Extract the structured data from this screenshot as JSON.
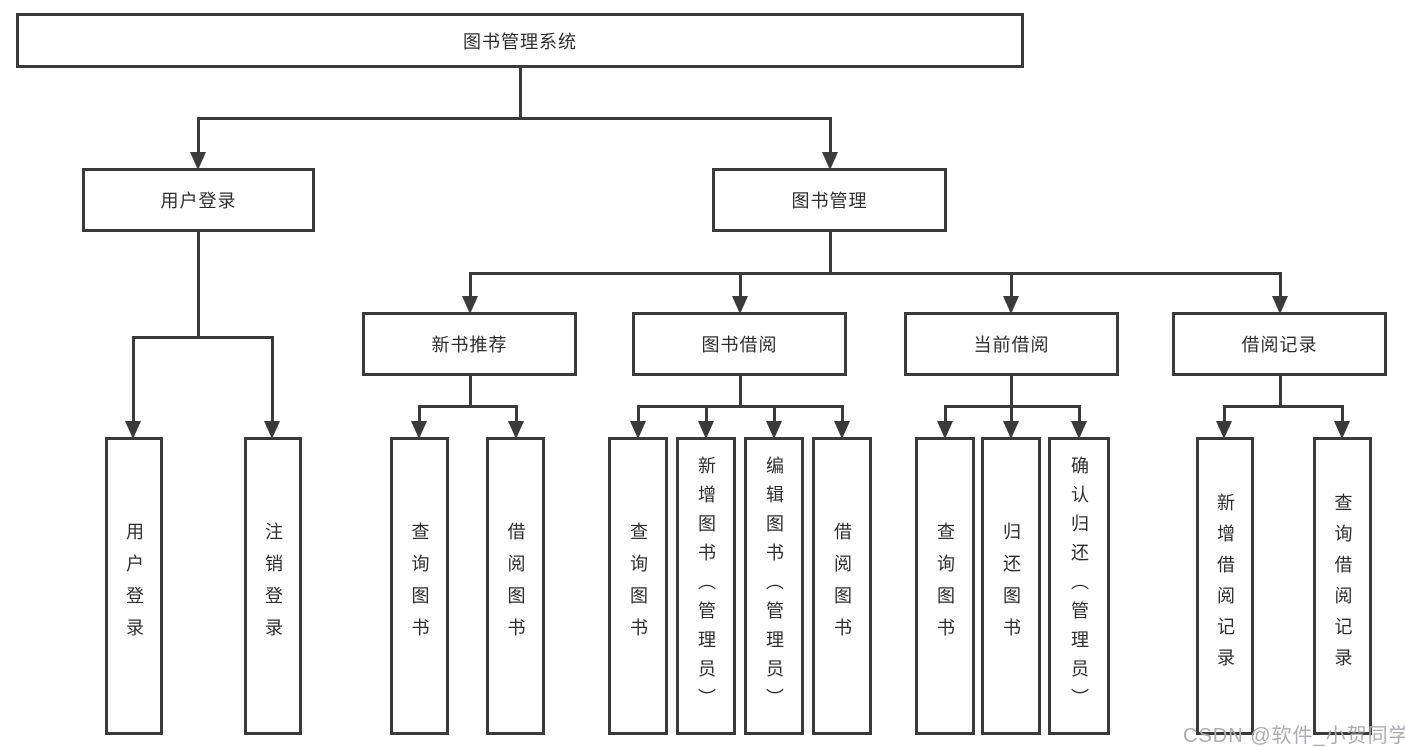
{
  "colors": {
    "line": "#3A3A3A",
    "box_fill": "#FFFFFF",
    "text": "#2E2E2E",
    "watermark": "#A9AEB5"
  },
  "watermark": "CSDN @软件_小贺同学",
  "tree": {
    "root": "图书管理系统",
    "branches": [
      {
        "label": "用户登录",
        "children": [
          "用户登录",
          "注销登录"
        ]
      },
      {
        "label": "图书管理",
        "sections": [
          {
            "label": "新书推荐",
            "children": [
              "查询图书",
              "借阅图书"
            ]
          },
          {
            "label": "图书借阅",
            "children": [
              "查询图书",
              "新增图书（管理员）",
              "编辑图书（管理员）",
              "借阅图书"
            ]
          },
          {
            "label": "当前借阅",
            "children": [
              "查询图书",
              "归还图书",
              "确认归还（管理员）"
            ]
          },
          {
            "label": "借阅记录",
            "children": [
              "新增借阅记录",
              "查询借阅记录"
            ]
          }
        ]
      }
    ]
  }
}
